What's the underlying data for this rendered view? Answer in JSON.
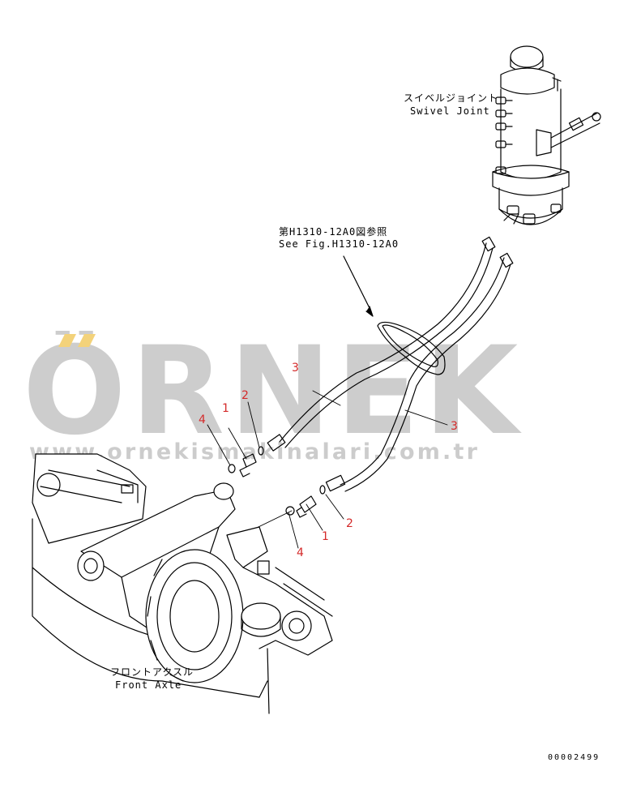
{
  "labels": {
    "swivel_joint_ja": "スイベルジョイント",
    "swivel_joint_en": "Swivel Joint",
    "see_fig_ja": "第H1310-12A0図参照",
    "see_fig_en": "See Fig.H1310-12A0",
    "front_axle_ja": "フロントアクスル",
    "front_axle_en": "Front Axle"
  },
  "callouts": {
    "hose_upper": "3",
    "hose_lower": "3",
    "oring_upper": "2",
    "elbow_upper": "1",
    "washer_upper": "4",
    "oring_lower": "2",
    "elbow_lower": "1",
    "washer_lower": "4"
  },
  "watermark": {
    "brand": "ÖRNEK",
    "url": "www.ornekismakinalari.com.tr",
    "color": "#c8c8c8",
    "accent": "#f3d27a"
  },
  "doc_number": "00002499",
  "colors": {
    "line": "#000000",
    "callout": "#d42a2a"
  }
}
